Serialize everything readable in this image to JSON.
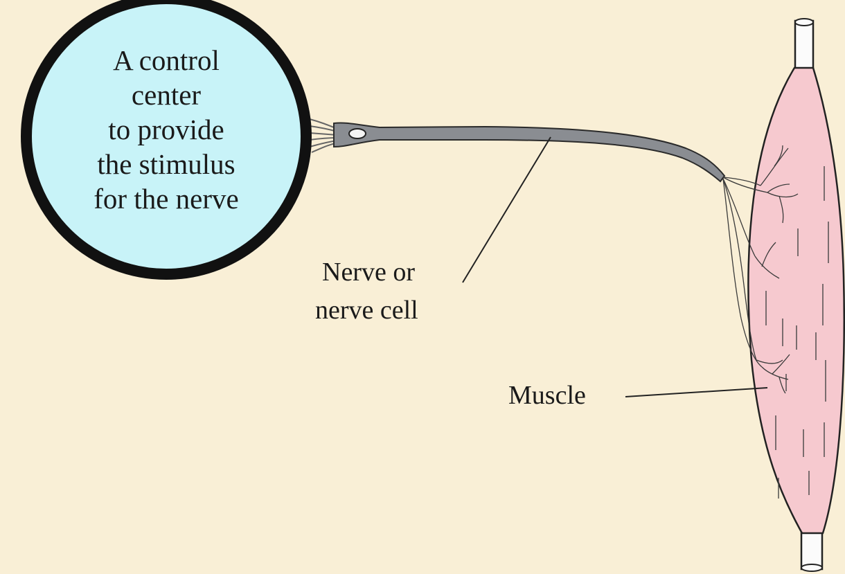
{
  "diagram": {
    "control_center_label": [
      "A control",
      "center",
      "to provide",
      "the stimulus",
      "for the nerve"
    ],
    "nerve_label": [
      "Nerve or",
      "nerve cell"
    ],
    "muscle_label": "Muscle"
  },
  "colors": {
    "background": "#f9efd6",
    "control_center_fill": "#c8f3f8",
    "control_center_border": "#111111",
    "nerve": "#8a8d92",
    "muscle_fill": "#f6c9cf",
    "outline": "#222222"
  }
}
